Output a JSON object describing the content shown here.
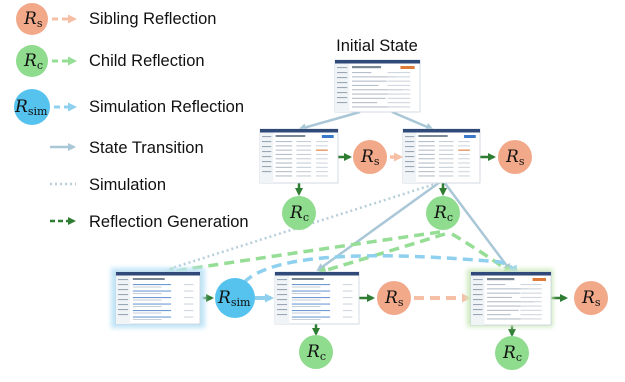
{
  "title": "Initial State",
  "legend": [
    {
      "symbol": "R",
      "subscript": "s",
      "label": "Sibling Reflection"
    },
    {
      "symbol": "R",
      "subscript": "c",
      "label": "Child Reflection"
    },
    {
      "symbol": "R",
      "subscript": "sim",
      "label": "Simulation Reflection"
    },
    {
      "label": "State Transition"
    },
    {
      "label": "Simulation"
    },
    {
      "label": "Reflection Generation"
    }
  ],
  "colors": {
    "sibling": "#f2a98a",
    "child": "#8fdc8f",
    "simulation": "#56c2ee",
    "state_transition": "#a9c7d6",
    "simulation_line": "#b7cedb",
    "reflection_generation": "#2e7d32",
    "sibling_arrow": "#f5c0a6",
    "child_arrow": "#96dd96",
    "sim_arrow": "#8fd0ef"
  },
  "nodes": {
    "sibling_symbol": "R",
    "sibling_sub": "s",
    "child_symbol": "R",
    "child_sub": "c",
    "sim_symbol": "R",
    "sim_sub": "sim"
  }
}
